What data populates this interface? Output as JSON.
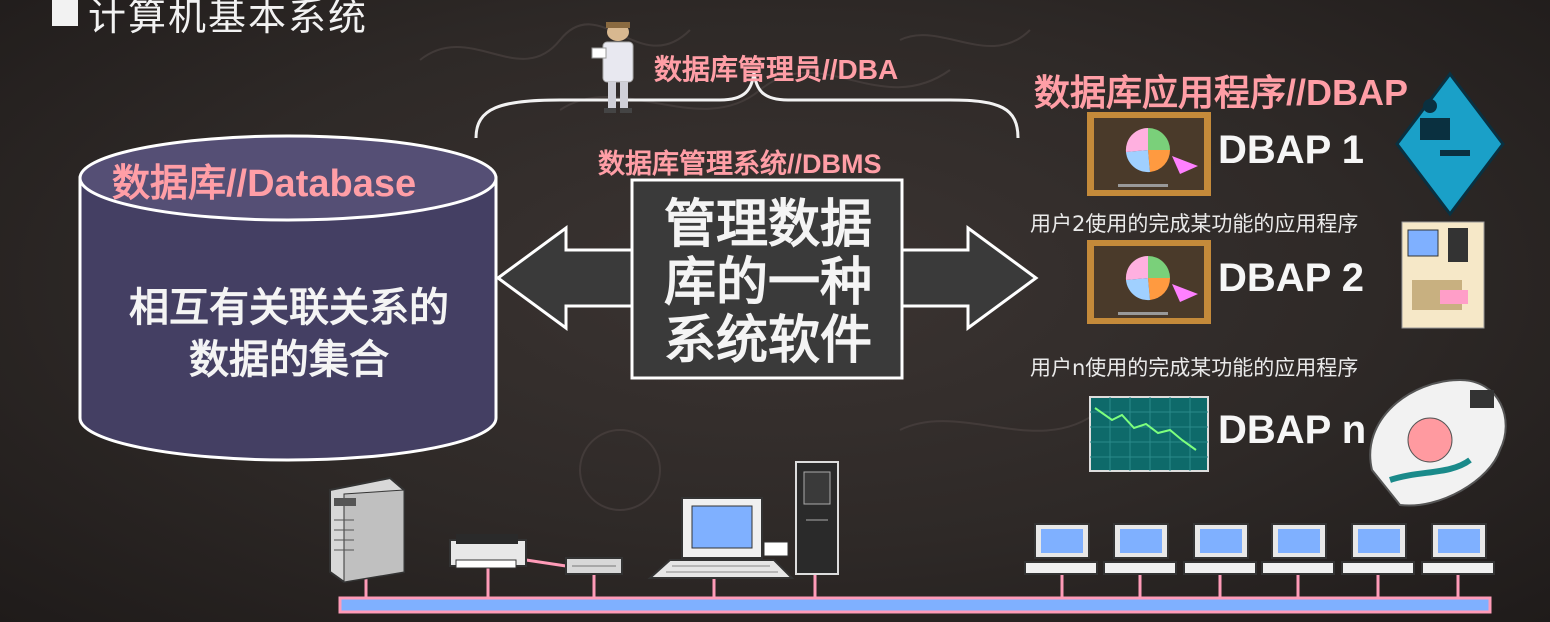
{
  "slide": {
    "title": "计算机基本系统"
  },
  "dba": {
    "label": "数据库管理员//DBA"
  },
  "database": {
    "label": "数据库//Database",
    "body": "相互有关联关系的数据的集合"
  },
  "dbms": {
    "label": "数据库管理系统//DBMS",
    "body": "管理数据库的一种系统软件"
  },
  "dbap": {
    "heading": "数据库应用程序//DBAP",
    "items": [
      {
        "label": "DBAP 1",
        "caption": ""
      },
      {
        "label": "DBAP 2",
        "caption": "用户2使用的完成某功能的应用程序"
      },
      {
        "label": "DBAP n",
        "caption": "用户n使用的完成某功能的应用程序"
      }
    ]
  },
  "colors": {
    "accent_pink": "#ff9ea6",
    "database_fill": "#443f63",
    "bus_line": "#ff9bb8",
    "screen_blue": "#7fb0ff"
  },
  "icons": [
    "administrator-figure-icon",
    "pie-chart-monitor-icon",
    "line-chart-monitor-icon",
    "server-tower-icon",
    "printer-icon",
    "modem-icon",
    "desktop-computer-icon",
    "workstation-icon",
    "user-at-computer-clipart"
  ]
}
